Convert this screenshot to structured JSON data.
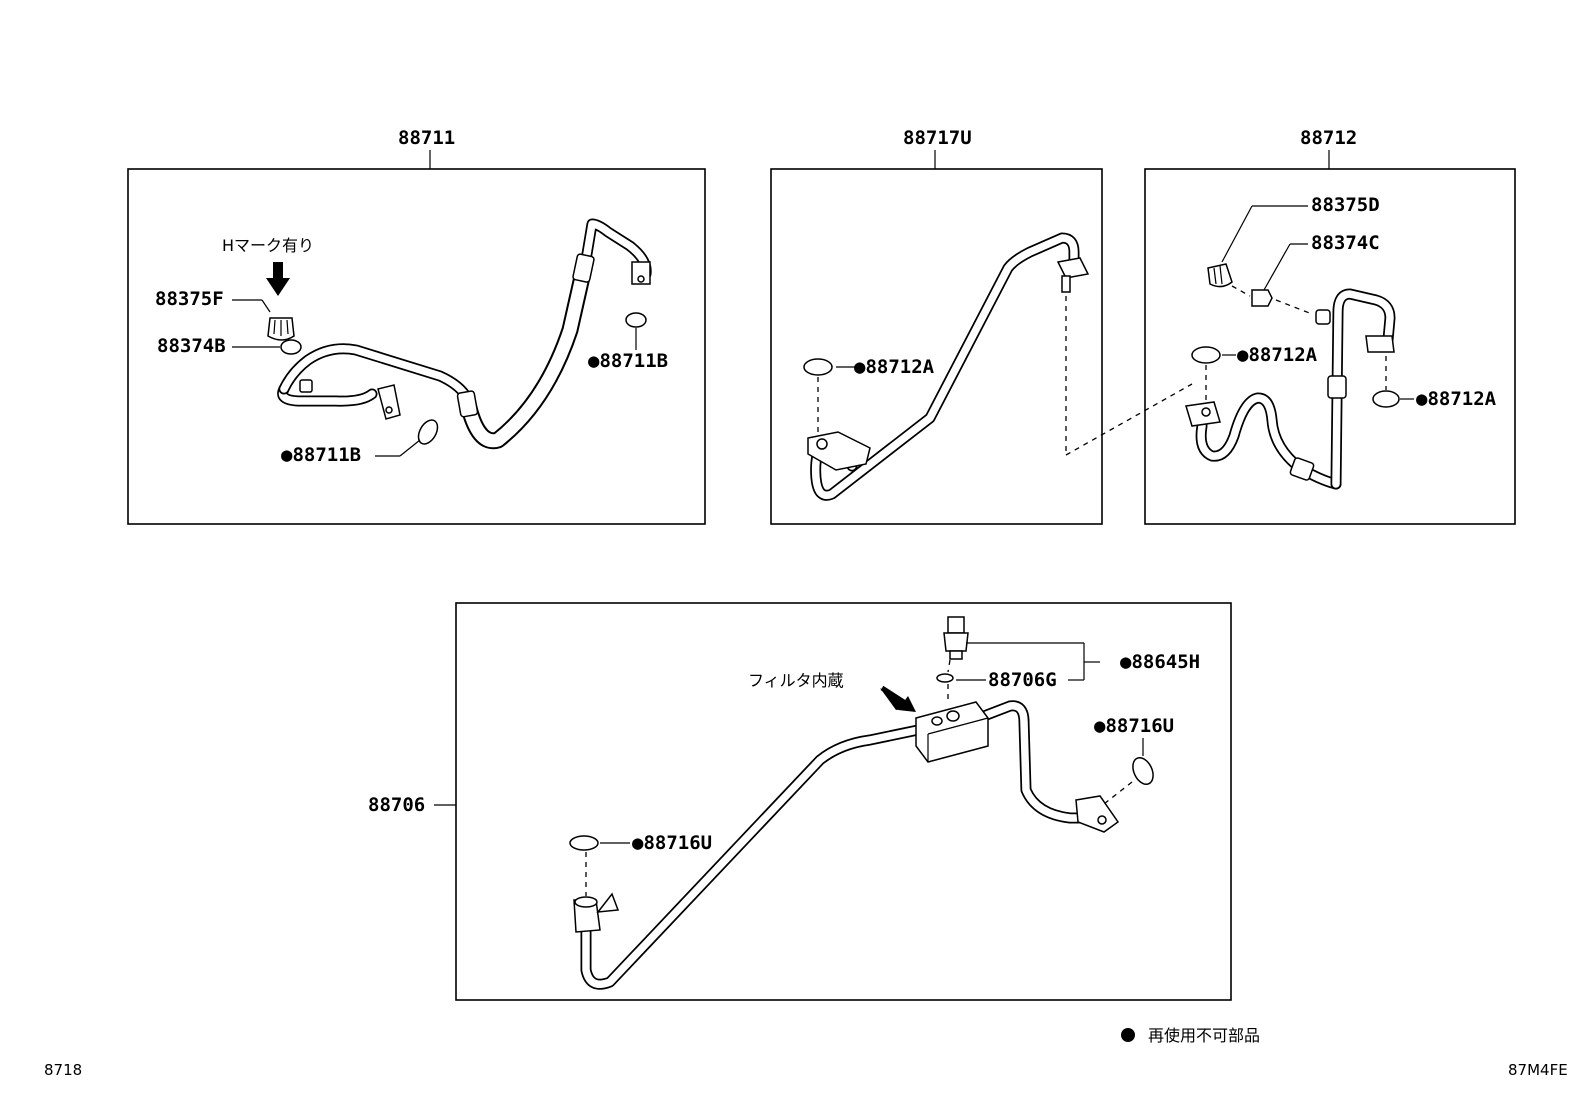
{
  "groups": {
    "g1": {
      "title": "88711",
      "labels": [
        "88375F",
        "88374B",
        "●88711B",
        "●88711B"
      ],
      "note": "Hマーク有り"
    },
    "g2": {
      "title": "88717U",
      "labels": [
        "●88712A"
      ]
    },
    "g3": {
      "title": "88712",
      "labels": [
        "88375D",
        "88374C",
        "●88712A",
        "●88712A"
      ]
    },
    "g4": {
      "title": "88706",
      "labels": [
        "●88645H",
        "88706G",
        "●88716U",
        "●88716U"
      ],
      "note": "フィルタ内蔵"
    }
  },
  "legend": {
    "text": "再使用不可部品"
  },
  "footer": {
    "left": "8718",
    "right": "87M4FE"
  }
}
